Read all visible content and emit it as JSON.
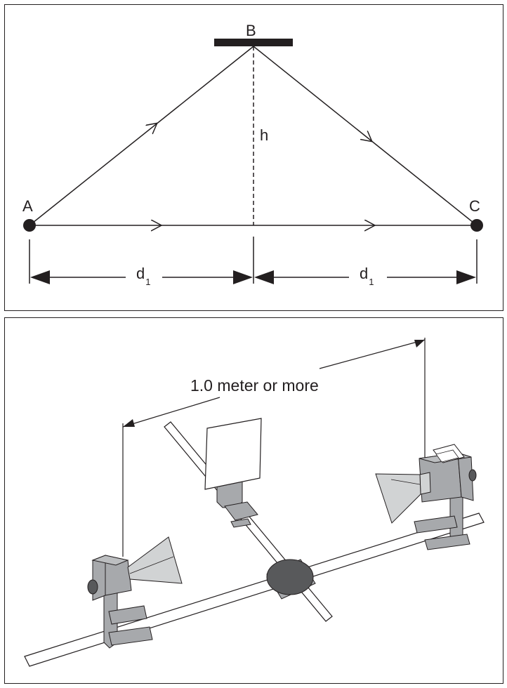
{
  "top_diagram": {
    "point_a_label": "A",
    "point_b_label": "B",
    "point_c_label": "C",
    "height_label": "h",
    "distance_left_label": "d",
    "distance_left_subscript": "1",
    "distance_right_label": "d",
    "distance_right_subscript": "1"
  },
  "bottom_diagram": {
    "distance_label": "1.0 meter or more"
  },
  "colors": {
    "ink": "#231f20",
    "equipment_gray": "#a7a9ac",
    "horn_light": "#d1d3d4",
    "pivot_dark": "#58595b"
  }
}
